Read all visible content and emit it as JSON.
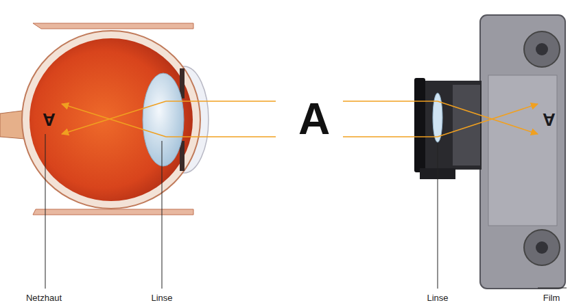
{
  "diagram": {
    "labels": [
      "A",
      "A",
      "A",
      "Netzhaut",
      "Linse",
      "Linse",
      "Film"
    ]
  }
}
